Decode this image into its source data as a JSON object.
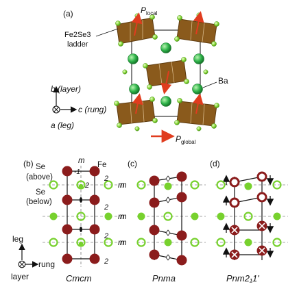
{
  "panels": {
    "a": {
      "letter": "(a)",
      "p_local_main": "P",
      "p_local_sub": "local",
      "p_global_main": "P",
      "p_global_sub": "global",
      "ladder_line1": "Fe2Se3",
      "ladder_line2": "ladder",
      "ba_label": "Ba",
      "axis_b": "b (layer)",
      "axis_c": "c (rung)",
      "axis_a": "a (leg)"
    },
    "b": {
      "letter": "(b)",
      "se_above_1": "Se",
      "se_above_2": "(above)",
      "se_below_1": "Se",
      "se_below_2": "(below)",
      "fe_label": "Fe",
      "mirror_label": "m",
      "minus_one": "-1",
      "two_label": "2",
      "caption": "Cmcm"
    },
    "c": {
      "letter": "(c)",
      "caption": "Pnma"
    },
    "d": {
      "letter": "(d)",
      "caption": "Pnm2₁1'"
    },
    "bottom_axes": {
      "leg": "leg",
      "rung": "rung",
      "layer": "layer"
    }
  },
  "colors": {
    "fe": "#8b1c1c",
    "se": "#77d12e",
    "ladder": "#8a5a1c",
    "arrow_red": "#e03c1e",
    "ba": "#2fb34a"
  }
}
